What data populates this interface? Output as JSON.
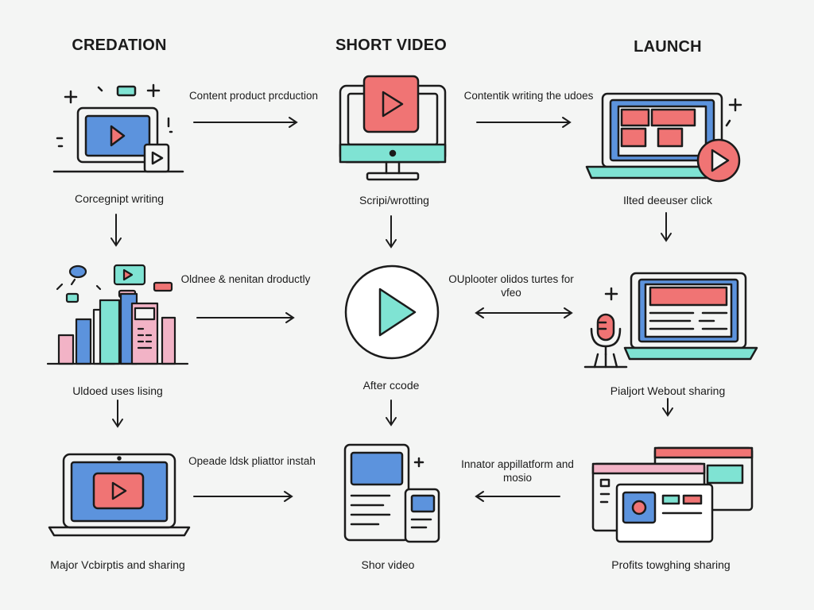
{
  "headings": {
    "col1": "CREDATION",
    "col2": "SHORT VIDEO",
    "col3": "LAUNCH"
  },
  "nodes": {
    "r1c1": "Corcegnipt writing",
    "r1c2": "Scripi/wrotting",
    "r1c3": "Ilted deeuser click",
    "r2c1": "Uldoed uses lising",
    "r2c2": "After ccode",
    "r2c3": "Pialjort Webout sharing",
    "r3c1": "Major Vcbirptis and sharing",
    "r3c2": "Shor video",
    "r3c3": "Profits towghing sharing"
  },
  "edges": {
    "e1": "Content product prcduction",
    "e2": "Contentik writing the udoes",
    "e3": "Oldnee & nenitan droductly",
    "e4": "OUplooter olidos turtes for vfeo",
    "e5": "Opeade ldsk pliattor instah",
    "e6": "Innator appillatform and mosio"
  },
  "colors": {
    "red": "#f07474",
    "blue": "#5c93dd",
    "teal": "#7fe3d3",
    "pink": "#f2b3c6",
    "stroke": "#1b1b1b"
  }
}
